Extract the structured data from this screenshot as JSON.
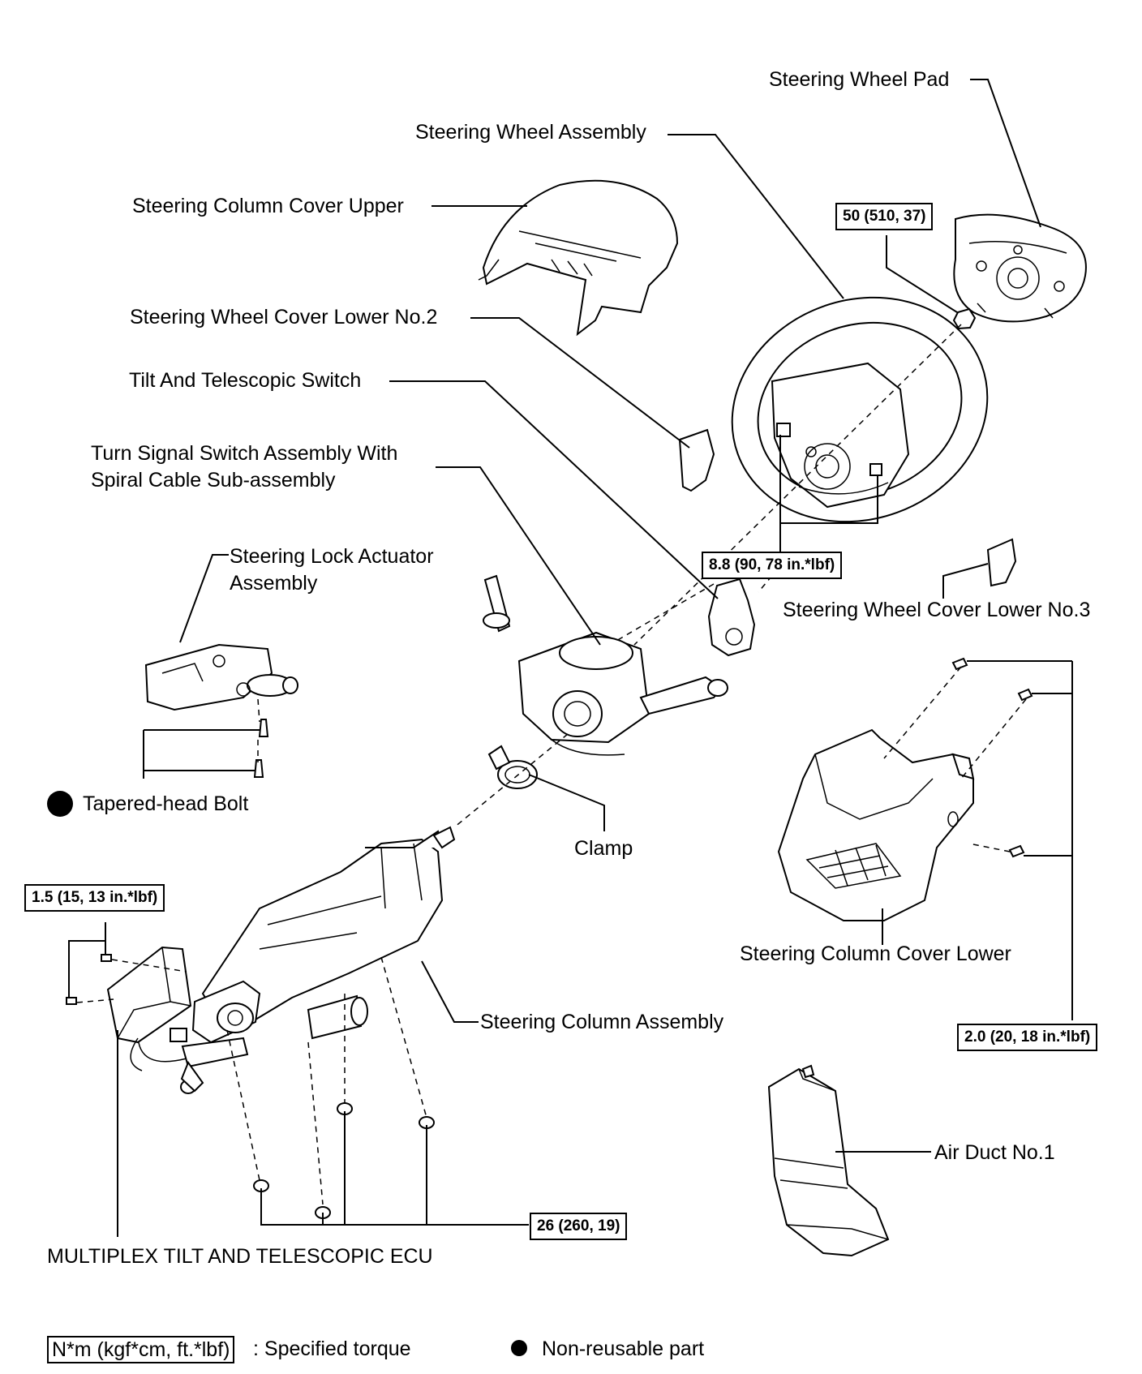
{
  "labels": {
    "steering_wheel_pad": "Steering Wheel Pad",
    "steering_wheel_assembly": "Steering Wheel Assembly",
    "steering_column_cover_upper": "Steering Column Cover Upper",
    "steering_wheel_cover_lower_no2": "Steering Wheel Cover Lower No.2",
    "tilt_telescopic_switch": "Tilt And Telescopic Switch",
    "turn_signal_line1": "Turn Signal Switch Assembly With",
    "turn_signal_line2": "Spiral Cable Sub-assembly",
    "steering_lock_line1": "Steering Lock Actuator",
    "steering_lock_line2": "Assembly",
    "steering_wheel_cover_lower_no3": "Steering Wheel Cover Lower No.3",
    "tapered_head_bolt": "Tapered-head Bolt",
    "clamp": "Clamp",
    "steering_column_cover_lower": "Steering Column Cover Lower",
    "steering_column_assembly": "Steering Column Assembly",
    "air_duct_no1": "Air Duct No.1",
    "multiplex_ecu": "MULTIPLEX TILT AND TELESCOPIC ECU"
  },
  "torques": {
    "wheel_nut": "50 (510, 37)",
    "wheel_screws": "8.8 (90, 78 in.*lbf)",
    "ecu_screws": "1.5 (15, 13 in.*lbf)",
    "cover_screws": "2.0 (20, 18 in.*lbf)",
    "column_nuts": "26 (260, 19)"
  },
  "legend": {
    "torque_unit": "N*m (kgf*cm, ft.*lbf)",
    "torque_desc": ": Specified torque",
    "nonreusable_desc": "Non-reusable part"
  }
}
